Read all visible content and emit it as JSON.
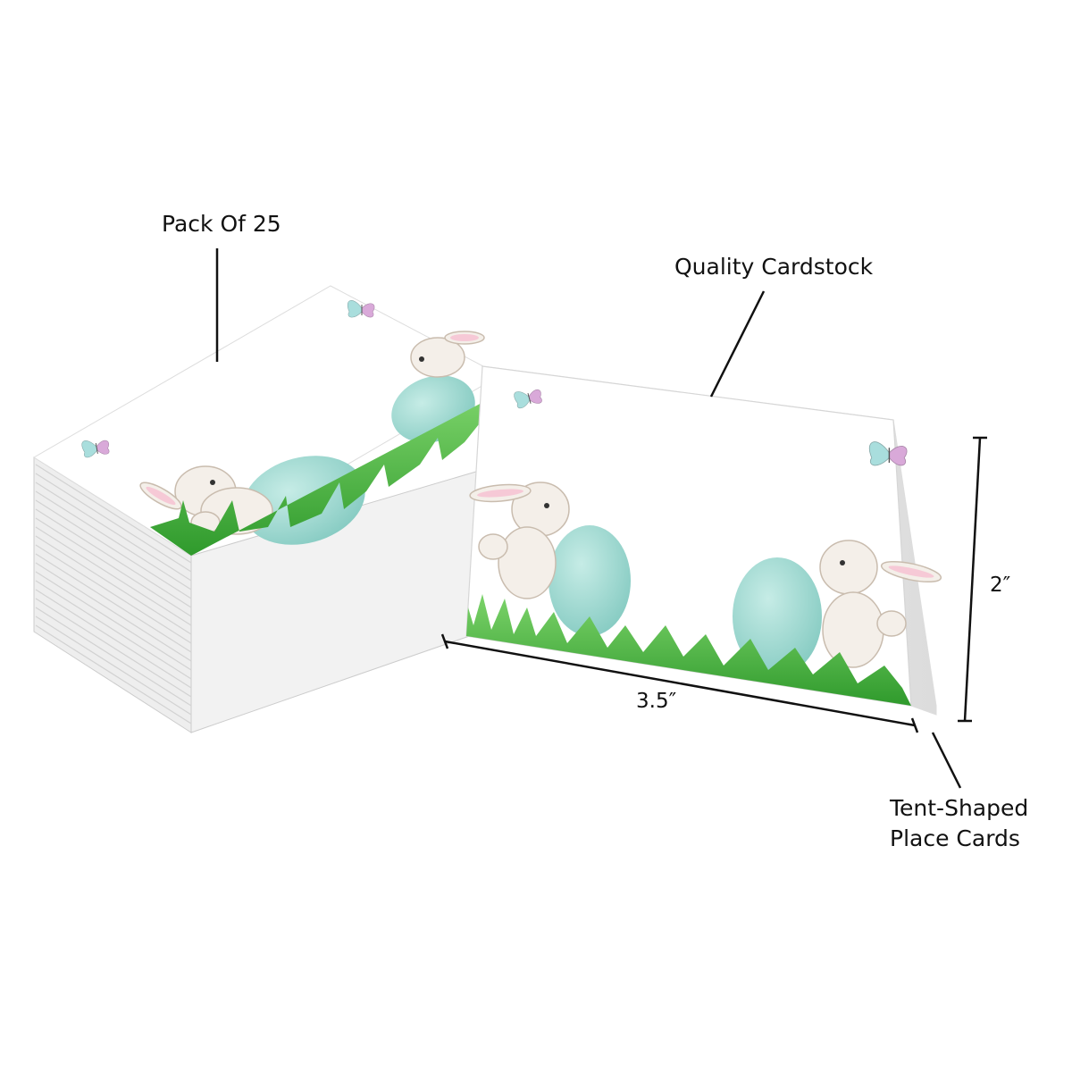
{
  "annotations": {
    "pack": "Pack Of 25",
    "quality": "Quality Cardstock",
    "tent_line1": "Tent-Shaped",
    "tent_line2": "Place Cards",
    "width": "3.5″",
    "height": "2″"
  },
  "colors": {
    "grass": "#3fae3a",
    "egg": "#9ed9d2",
    "bunny": "#f4efe9",
    "bunny_ear": "#f6c9d6",
    "gold": "#d8b77a",
    "line": "#111111"
  },
  "icons": [
    "butterfly-icon",
    "bunny-icon",
    "easter-egg-icon",
    "grass-icon"
  ]
}
